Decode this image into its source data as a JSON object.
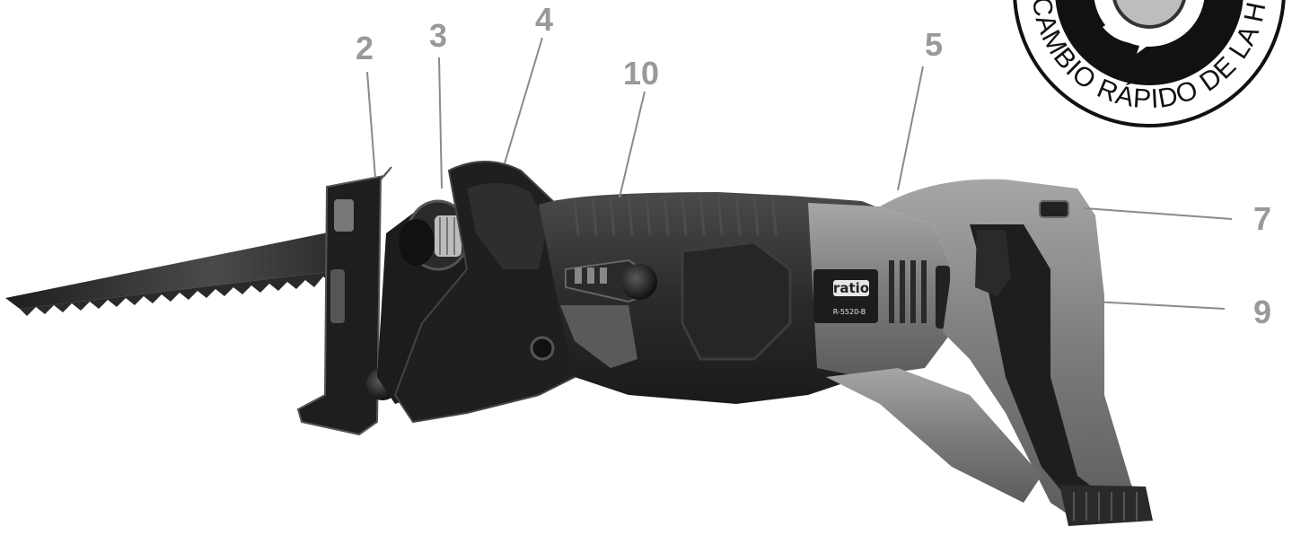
{
  "labels": {
    "l2": "2",
    "l3": "3",
    "l4": "4",
    "l10": "10",
    "l5": "5",
    "l7": "7",
    "l9": "9"
  },
  "product": {
    "brand": "ratio",
    "model": "R-5520-B"
  },
  "seal": {
    "text": "CAMBIO RÁPIDO DE LA H"
  },
  "colors": {
    "callout": "#999999",
    "body_dark": "#2a2a2a",
    "body_grey": "#7d7d7d",
    "blade": "#3a3a3a"
  }
}
